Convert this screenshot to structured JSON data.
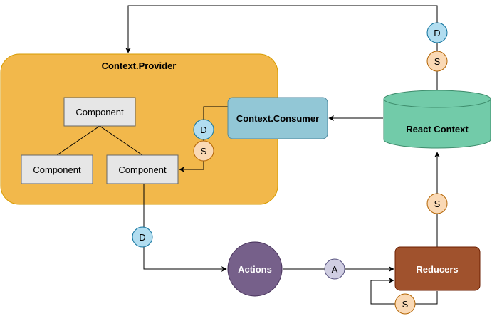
{
  "diagram": {
    "provider": {
      "label": "Context.Provider"
    },
    "components": {
      "top": "Component",
      "left": "Component",
      "right": "Component"
    },
    "consumer": {
      "label": "Context.Consumer"
    },
    "react_context": {
      "label": "React Context"
    },
    "actions": {
      "label": "Actions"
    },
    "reducers": {
      "label": "Reducers"
    },
    "badges": {
      "dispatch": "D",
      "state": "S",
      "action": "A"
    },
    "colors": {
      "provider_fill": "#f2b84b",
      "provider_stroke": "#d79b00",
      "component_fill": "#e6e6e6",
      "consumer_fill": "#92c7d6",
      "consumer_stroke": "#4f8aa0",
      "react_context_fill": "#72cba9",
      "react_context_stroke": "#3e8c6c",
      "actions_fill": "#76608a",
      "reducers_fill": "#a0522d",
      "badge_d_fill": "#b1ddf0",
      "badge_s_fill": "#fad9b5",
      "badge_a_fill": "#d0cee2"
    }
  }
}
